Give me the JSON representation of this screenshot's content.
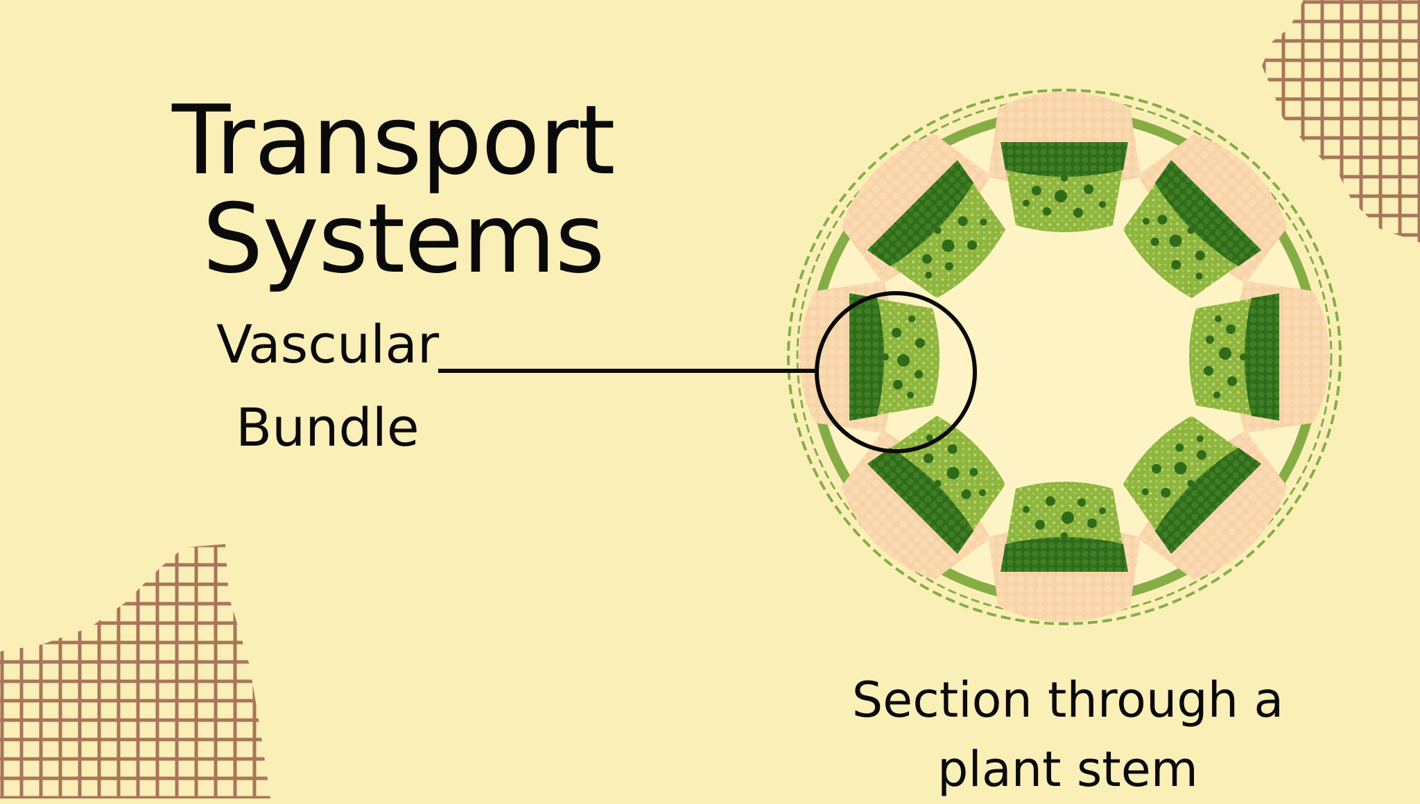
{
  "title": {
    "line1": "Transport",
    "line2": "Systems"
  },
  "label": {
    "line1": "Vascular",
    "line2": "Bundle"
  },
  "caption": "Section through a plant stem",
  "colors": {
    "background": "#fbefb8",
    "grid_pattern": "#a9765a",
    "stem_outer_band": "#86ad45",
    "stem_dashed_edge": "#86ad45",
    "pith": "#fdf3c4",
    "phloem_cap": "#f8d3a6",
    "dark_green": "#2f6b1a",
    "light_green": "#8db53f",
    "label_line": "#0a0a0a"
  },
  "icons": [
    "grid-pattern-decoration",
    "plant-stem-cross-section",
    "magnifier-circle"
  ]
}
